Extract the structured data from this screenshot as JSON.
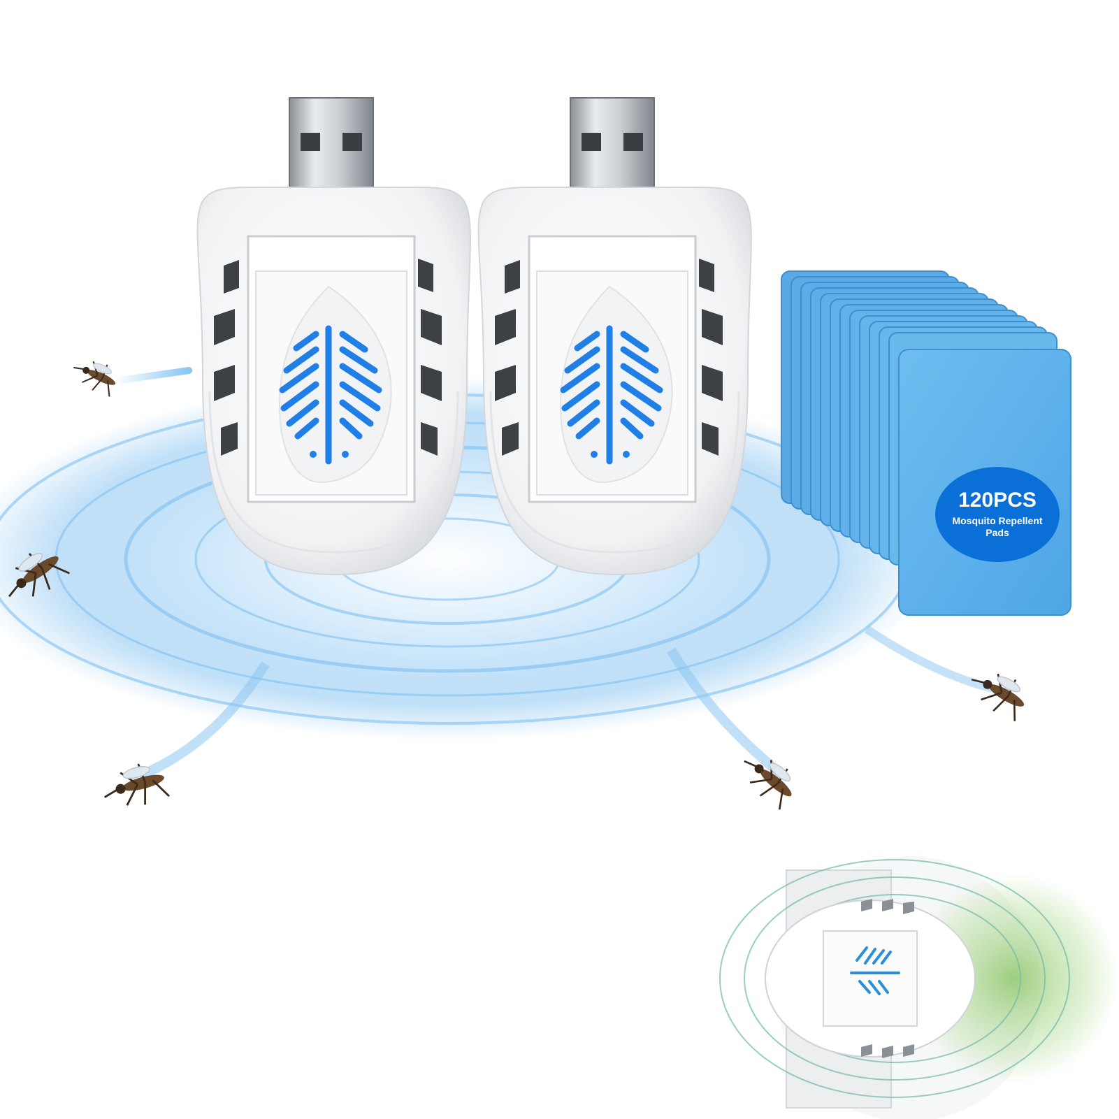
{
  "pads": {
    "count_label": "120PCS",
    "description_line1": "Mosquito Repellent",
    "description_line2": "Pads"
  },
  "colors": {
    "pad_blue": "#5ab1ea",
    "badge_blue": "#0a6fd6",
    "leaf_blue": "#1f7fe6",
    "wave_blue": "#9fd0f5",
    "device_white": "#f7f7f7"
  },
  "icons": [
    "usb-plug-icon",
    "leaf-icon",
    "mosquito-icon"
  ]
}
